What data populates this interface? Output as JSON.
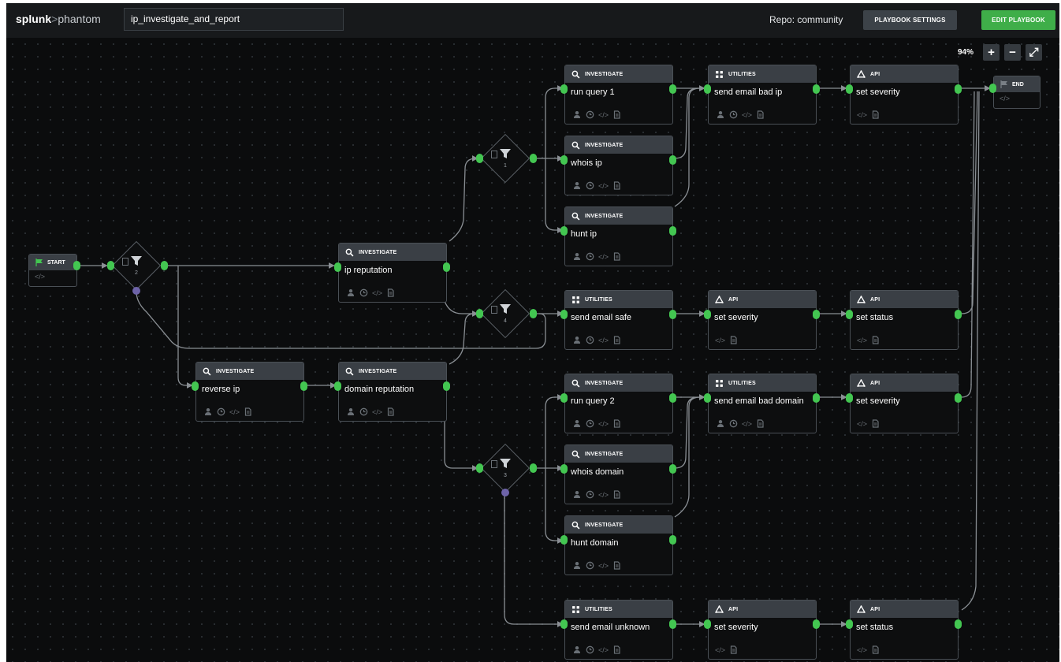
{
  "header": {
    "logo_bold": "splunk",
    "logo_sep": ">",
    "logo_light": "phantom",
    "playbook_name": "ip_investigate_and_report",
    "repo": "Repo: community",
    "settings_label": "PLAYBOOK SETTINGS",
    "edit_label": "EDIT PLAYBOOK"
  },
  "zoom": {
    "value": "94%",
    "plus": "+",
    "minus": "−",
    "fit": "⤢"
  },
  "colors": {
    "port": "#43c651",
    "decision_port": "#6d63a8",
    "edit_button": "#3fae49",
    "header": "#3a3f45",
    "wire": "#8a8f94"
  },
  "start": {
    "label": "START",
    "icon": "flag-icon"
  },
  "end": {
    "label": "END",
    "icon": "flag-icon"
  },
  "decisions": [
    {
      "num": "2"
    },
    {
      "num": "1"
    },
    {
      "num": "4"
    },
    {
      "num": "3"
    }
  ],
  "blocks": [
    {
      "type": "INVESTIGATE",
      "title": "ip reputation",
      "icon": "search-icon",
      "full": true
    },
    {
      "type": "INVESTIGATE",
      "title": "reverse ip",
      "icon": "search-icon",
      "full": true
    },
    {
      "type": "INVESTIGATE",
      "title": "domain reputation",
      "icon": "search-icon",
      "full": true
    },
    {
      "type": "INVESTIGATE",
      "title": "run query 1",
      "icon": "search-icon",
      "full": true
    },
    {
      "type": "INVESTIGATE",
      "title": "whois ip",
      "icon": "search-icon",
      "full": true
    },
    {
      "type": "INVESTIGATE",
      "title": "hunt ip",
      "icon": "search-icon",
      "full": true
    },
    {
      "type": "UTILITIES",
      "title": "send email bad ip",
      "icon": "grid-icon",
      "full": true
    },
    {
      "type": "API",
      "title": "set severity",
      "icon": "api-icon",
      "full": false
    },
    {
      "type": "UTILITIES",
      "title": "send email safe",
      "icon": "grid-icon",
      "full": true
    },
    {
      "type": "API",
      "title": "set severity",
      "icon": "api-icon",
      "full": false
    },
    {
      "type": "API",
      "title": "set status",
      "icon": "api-icon",
      "full": false
    },
    {
      "type": "INVESTIGATE",
      "title": "run query 2",
      "icon": "search-icon",
      "full": true
    },
    {
      "type": "UTILITIES",
      "title": "send email bad domain",
      "icon": "grid-icon",
      "full": true
    },
    {
      "type": "API",
      "title": "set severity",
      "icon": "api-icon",
      "full": false
    },
    {
      "type": "INVESTIGATE",
      "title": "whois domain",
      "icon": "search-icon",
      "full": true
    },
    {
      "type": "INVESTIGATE",
      "title": "hunt domain",
      "icon": "search-icon",
      "full": true
    },
    {
      "type": "UTILITIES",
      "title": "send email unknown",
      "icon": "grid-icon",
      "full": true
    },
    {
      "type": "API",
      "title": "set severity",
      "icon": "api-icon",
      "full": false
    },
    {
      "type": "API",
      "title": "set status",
      "icon": "api-icon",
      "full": false
    }
  ]
}
